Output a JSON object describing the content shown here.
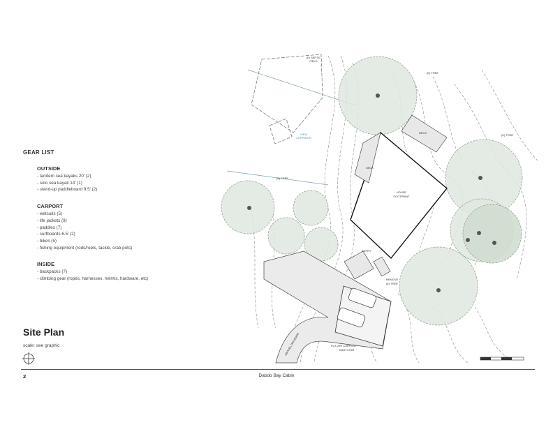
{
  "gear_list": {
    "title": "GEAR LIST",
    "sections": [
      {
        "heading": "OUTSIDE",
        "items": [
          "- tandem sea kayaks 20' (2)",
          "- solo sea kayak 14' (1)",
          "- stand-up paddleboard 9.5' (2)"
        ]
      },
      {
        "heading": "CARPORT",
        "items": [
          "- wetsuits (5)",
          "- life jackets (9)",
          "- paddles (7)",
          "- surfboards 6.5' (2)",
          "- bikes (5)",
          "- fishing equipment (rods/reels, tackle, crab pots)"
        ]
      },
      {
        "heading": "INSIDE",
        "items": [
          "- backpacks (7)",
          "- climbing gear (ropes, harnesses, helmts, hardware, etc)"
        ]
      }
    ]
  },
  "title": "Site Plan",
  "scale_note": "scale: see graphic",
  "page_number": "2",
  "project_name": "Dabob Bay Cabin",
  "plan_labels": {
    "septic": "(E) SEPTIC",
    "septic2": "FIELD",
    "view": "VIEW",
    "view2": "CORRIDOR",
    "tree1": "(E) TREE",
    "tree2": "(E) TREE",
    "tree3": "(E) TREE",
    "deck_top": "DECK",
    "deck_left": "DECK",
    "house": "HOUSE",
    "house2": "FOOTPRINT",
    "entry": "ENTRY",
    "remove": "REMOVE",
    "remove2": "(E) TREE",
    "carport": "FUTURE CARPORT",
    "bike": "BIKE STOR",
    "drive": "GRAVEL DRIVEWAY"
  },
  "colors": {
    "tree_fill": "#dfe8df",
    "tree_stroke": "#8a9a8a",
    "line": "#333333"
  }
}
